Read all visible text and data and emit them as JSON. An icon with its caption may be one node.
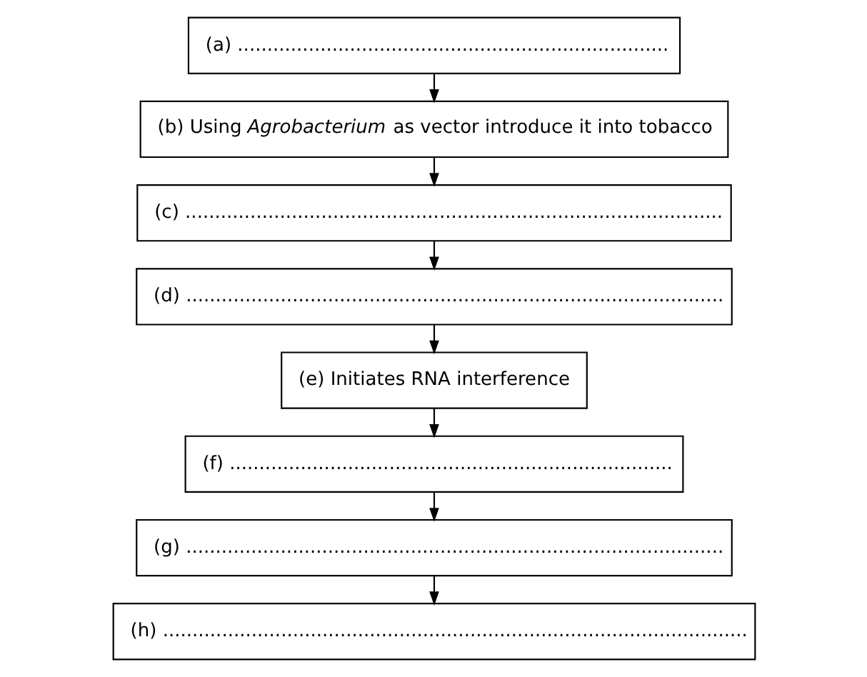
{
  "diagram": {
    "nodes": [
      {
        "text": [
          "(a) ........................................................................."
        ]
      },
      {
        "text": [
          "(b) Using *Agrobacterium* as vector introduce it into tobacco"
        ]
      },
      {
        "text": [
          "(c) ..........................................................................................."
        ]
      },
      {
        "text": [
          "(d) ..........................................................................................."
        ]
      },
      {
        "text": [
          "(e) Initiates RNA interference"
        ]
      },
      {
        "text": [
          "(f) ..........................................................................."
        ]
      },
      {
        "text": [
          "(g) ..........................................................................................."
        ]
      },
      {
        "text": [
          "(h) ..................................................................................................."
        ]
      }
    ],
    "edges": [
      {
        "from": 0,
        "to": 1,
        "arrow": "to"
      },
      {
        "from": 1,
        "to": 2,
        "arrow": "to"
      },
      {
        "from": 2,
        "to": 3,
        "arrow": "to"
      },
      {
        "from": 3,
        "to": 4,
        "arrow": "to"
      },
      {
        "from": 4,
        "to": 5,
        "arrow": "to"
      },
      {
        "from": 5,
        "to": 6,
        "arrow": "to"
      },
      {
        "from": 6,
        "to": 7,
        "arrow": "to"
      }
    ]
  }
}
